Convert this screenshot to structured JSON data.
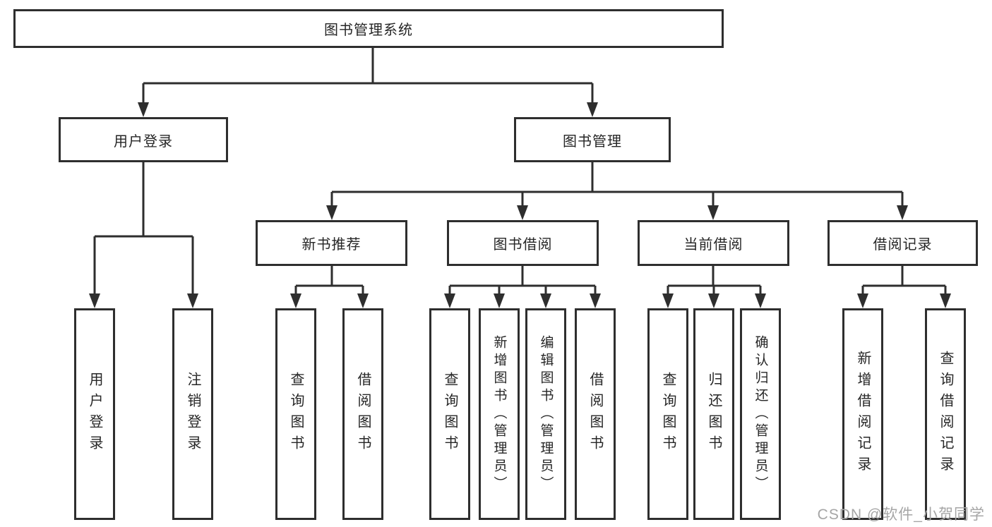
{
  "diagram": {
    "title": "图书管理系统",
    "type": "hierarchy-tree",
    "nodes": {
      "root": {
        "label": "图书管理系统"
      },
      "l2": [
        {
          "label": "用户登录"
        },
        {
          "label": "图书管理"
        }
      ],
      "l3": [
        {
          "label": "新书推荐",
          "parent": "图书管理"
        },
        {
          "label": "图书借阅",
          "parent": "图书管理"
        },
        {
          "label": "当前借阅",
          "parent": "图书管理"
        },
        {
          "label": "借阅记录",
          "parent": "图书管理"
        }
      ],
      "l4": [
        {
          "label": "用户登录",
          "parent": "用户登录"
        },
        {
          "label": "注销登录",
          "parent": "用户登录"
        },
        {
          "label": "查询图书",
          "parent": "新书推荐"
        },
        {
          "label": "借阅图书",
          "parent": "新书推荐"
        },
        {
          "label": "查询图书",
          "parent": "图书借阅"
        },
        {
          "label": "新增图书（管理员）",
          "parent": "图书借阅"
        },
        {
          "label": "编辑图书（管理员）",
          "parent": "图书借阅"
        },
        {
          "label": "借阅图书",
          "parent": "图书借阅"
        },
        {
          "label": "查询图书",
          "parent": "当前借阅"
        },
        {
          "label": "归还图书",
          "parent": "当前借阅"
        },
        {
          "label": "确认归还（管理员）",
          "parent": "当前借阅"
        },
        {
          "label": "新增借阅记录",
          "parent": "借阅记录"
        },
        {
          "label": "查询借阅记录",
          "parent": "借阅记录"
        }
      ]
    },
    "colors": {
      "line": "#2e2e2e",
      "box_border": "#2e2e2e",
      "box_fill": "#ffffff",
      "text": "#262626",
      "background": "#ffffff",
      "watermark": "#a6a6a6"
    }
  },
  "watermark": {
    "text": "CSDN @软件_小贺同学"
  }
}
